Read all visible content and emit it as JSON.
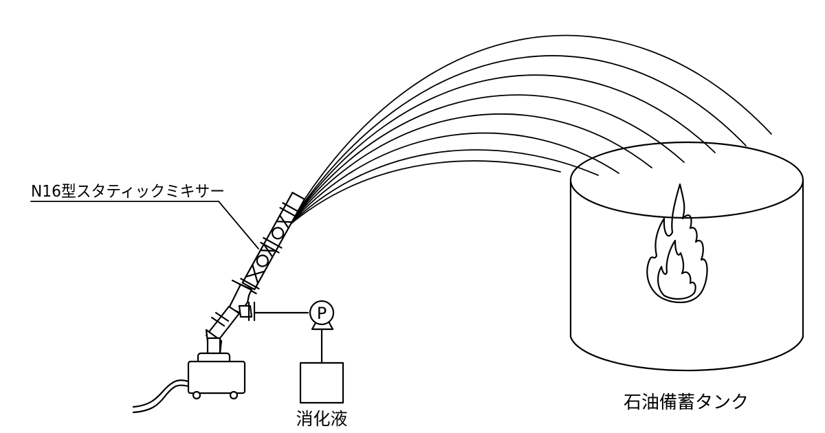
{
  "labels": {
    "mixer": "N16型スタティックミキサー",
    "liquid": "消化液",
    "tank": "石油備蓄タンク",
    "pump": "P"
  },
  "icons": {
    "pump": "pump-icon",
    "flame": "flame-icon",
    "mixer": "static-mixer-icon",
    "tank": "tank-icon"
  }
}
